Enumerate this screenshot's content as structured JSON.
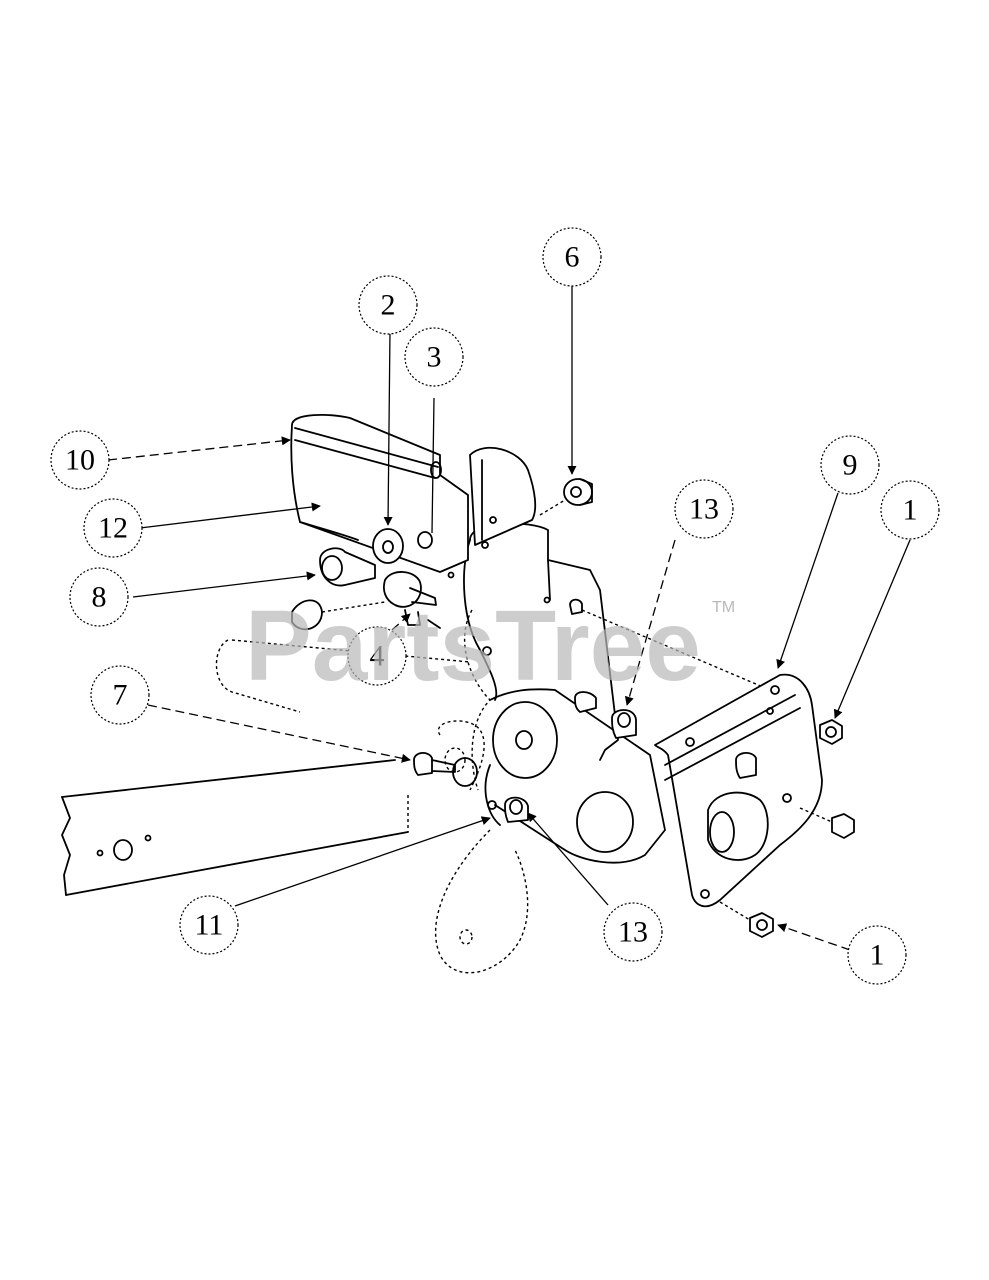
{
  "watermark": {
    "text": "PartsTree",
    "trademark": "TM"
  },
  "callouts": [
    {
      "id": "c2",
      "label": "2"
    },
    {
      "id": "c3",
      "label": "3"
    },
    {
      "id": "c4",
      "label": "4"
    },
    {
      "id": "c6",
      "label": "6"
    },
    {
      "id": "c7",
      "label": "7"
    },
    {
      "id": "c8",
      "label": "8"
    },
    {
      "id": "c9",
      "label": "9"
    },
    {
      "id": "c10",
      "label": "10"
    },
    {
      "id": "c11",
      "label": "11"
    },
    {
      "id": "c12",
      "label": "12"
    },
    {
      "id": "c13a",
      "label": "13"
    },
    {
      "id": "c13b",
      "label": "13"
    },
    {
      "id": "c1a",
      "label": "1"
    },
    {
      "id": "c1b",
      "label": "1"
    }
  ]
}
